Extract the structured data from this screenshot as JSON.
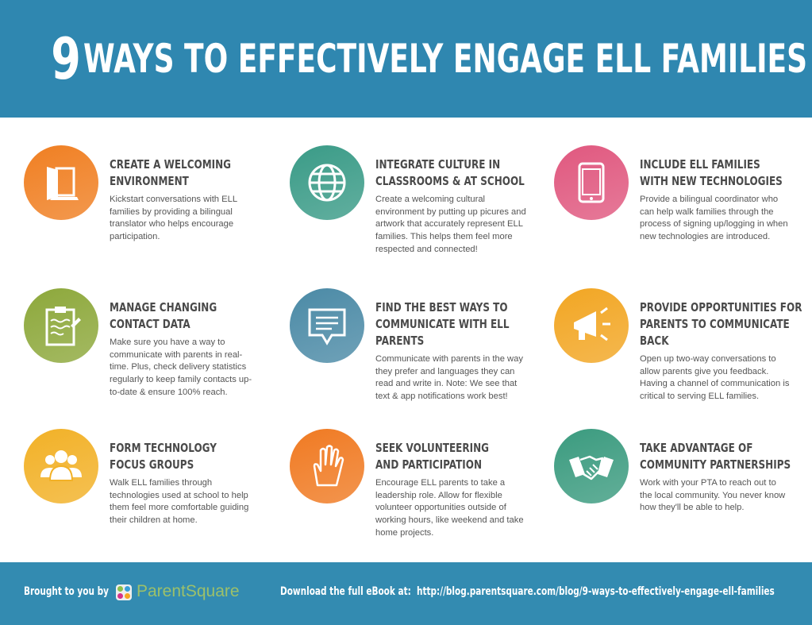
{
  "header": {
    "number": "9",
    "title": "WAYS TO EFFECTIVELY ENGAGE ELL FAMILIES"
  },
  "items": [
    {
      "icon": "door-icon",
      "color": "#f07f22",
      "lines": [
        "CREATE A WELCOMING",
        "ENVIRONMENT"
      ],
      "desc": "Kickstart conversations with ELL families by providing a bilingual translator who helps encourage participation."
    },
    {
      "icon": "globe-icon",
      "color": "#3a9b87",
      "lines": [
        "INTEGRATE CULTURE IN",
        "CLASSROOMS & AT SCHOOL"
      ],
      "desc": "Create a welcoming cultural environment by putting up picures and artwork that accurately represent ELL families. This helps them feel more respected and connected!"
    },
    {
      "icon": "tablet-icon",
      "color": "#e0587f",
      "lines": [
        "INCLUDE ELL FAMILIES",
        "WITH NEW TECHNOLOGIES"
      ],
      "desc": "Provide a bilingual coordinator who can help walk families through the process of signing up/logging in when new technologies are introduced."
    },
    {
      "icon": "clipboard-icon",
      "color": "#8da83b",
      "lines": [
        "MANAGE CHANGING",
        "CONTACT DATA"
      ],
      "desc": "Make sure you have a way to communicate with parents in real-time. Plus, check delivery statistics regularly to keep family contacts up-to-date & ensure 100% reach."
    },
    {
      "icon": "chat-bubble-icon",
      "color": "#4b8aa6",
      "lines": [
        "FIND THE BEST WAYS TO",
        "COMMUNICATE WITH ELL PARENTS"
      ],
      "desc": "Communicate with parents in the way they prefer and languages they can read and write in. Note: We see that text & app notifications work best!"
    },
    {
      "icon": "megaphone-icon",
      "color": "#f2a623",
      "lines": [
        "PROVIDE OPPORTUNITIES FOR",
        "PARENTS TO COMMUNICATE BACK"
      ],
      "desc": "Open up two-way conversations to allow parents give you feedback. Having a channel of communication is critical to serving ELL families."
    },
    {
      "icon": "group-icon",
      "color": "#f2b127",
      "lines": [
        "FORM TECHNOLOGY",
        "FOCUS GROUPS"
      ],
      "desc": "Walk ELL families through technologies used at school to help them feel more comfortable guiding their children at home."
    },
    {
      "icon": "raised-hand-icon",
      "color": "#f07a22",
      "lines": [
        "SEEK VOLUNTEERING",
        "AND PARTICIPATION"
      ],
      "desc": "Encourage ELL parents to take a leadership role. Allow for flexible volunteer opportunities outside of working hours, like weekend and take home projects."
    },
    {
      "icon": "handshake-icon",
      "color": "#3b9b7f",
      "lines": [
        "TAKE ADVANTAGE OF",
        "COMMUNITY PARTNERSHIPS"
      ],
      "desc": "Work with your PTA to reach out to the local community. You never know how they'll be able to help."
    }
  ],
  "footer": {
    "brought_by": "Brought to you by",
    "brand": "ParentSquare",
    "download_label": "Download the full eBook at:",
    "url": "http://blog.parentsquare.com/blog/9-ways-to-effectively-engage-ell-families"
  }
}
